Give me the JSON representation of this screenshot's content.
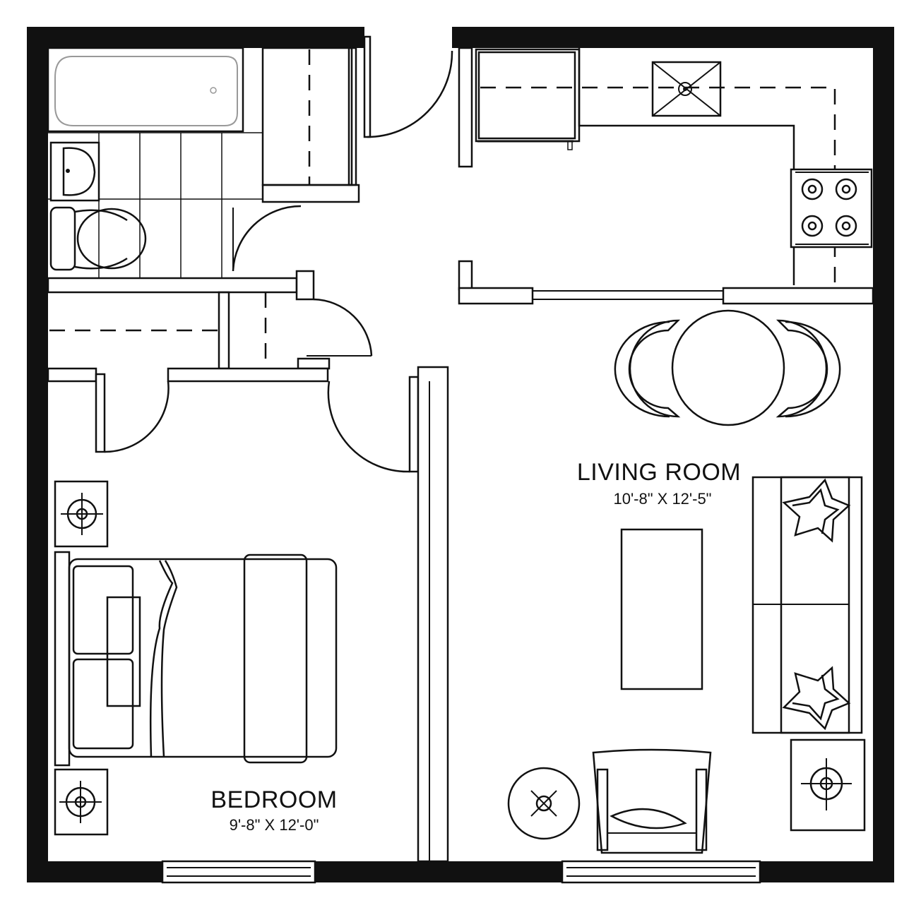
{
  "rooms": {
    "living_room": {
      "name": "LIVING ROOM",
      "dimensions": "10'-8\" X 12'-5\""
    },
    "bedroom": {
      "name": "BEDROOM",
      "dimensions": "9'-8\" X 12'-0\""
    }
  },
  "colors": {
    "wall": "#111111",
    "background": "#ffffff",
    "line": "#111111"
  }
}
